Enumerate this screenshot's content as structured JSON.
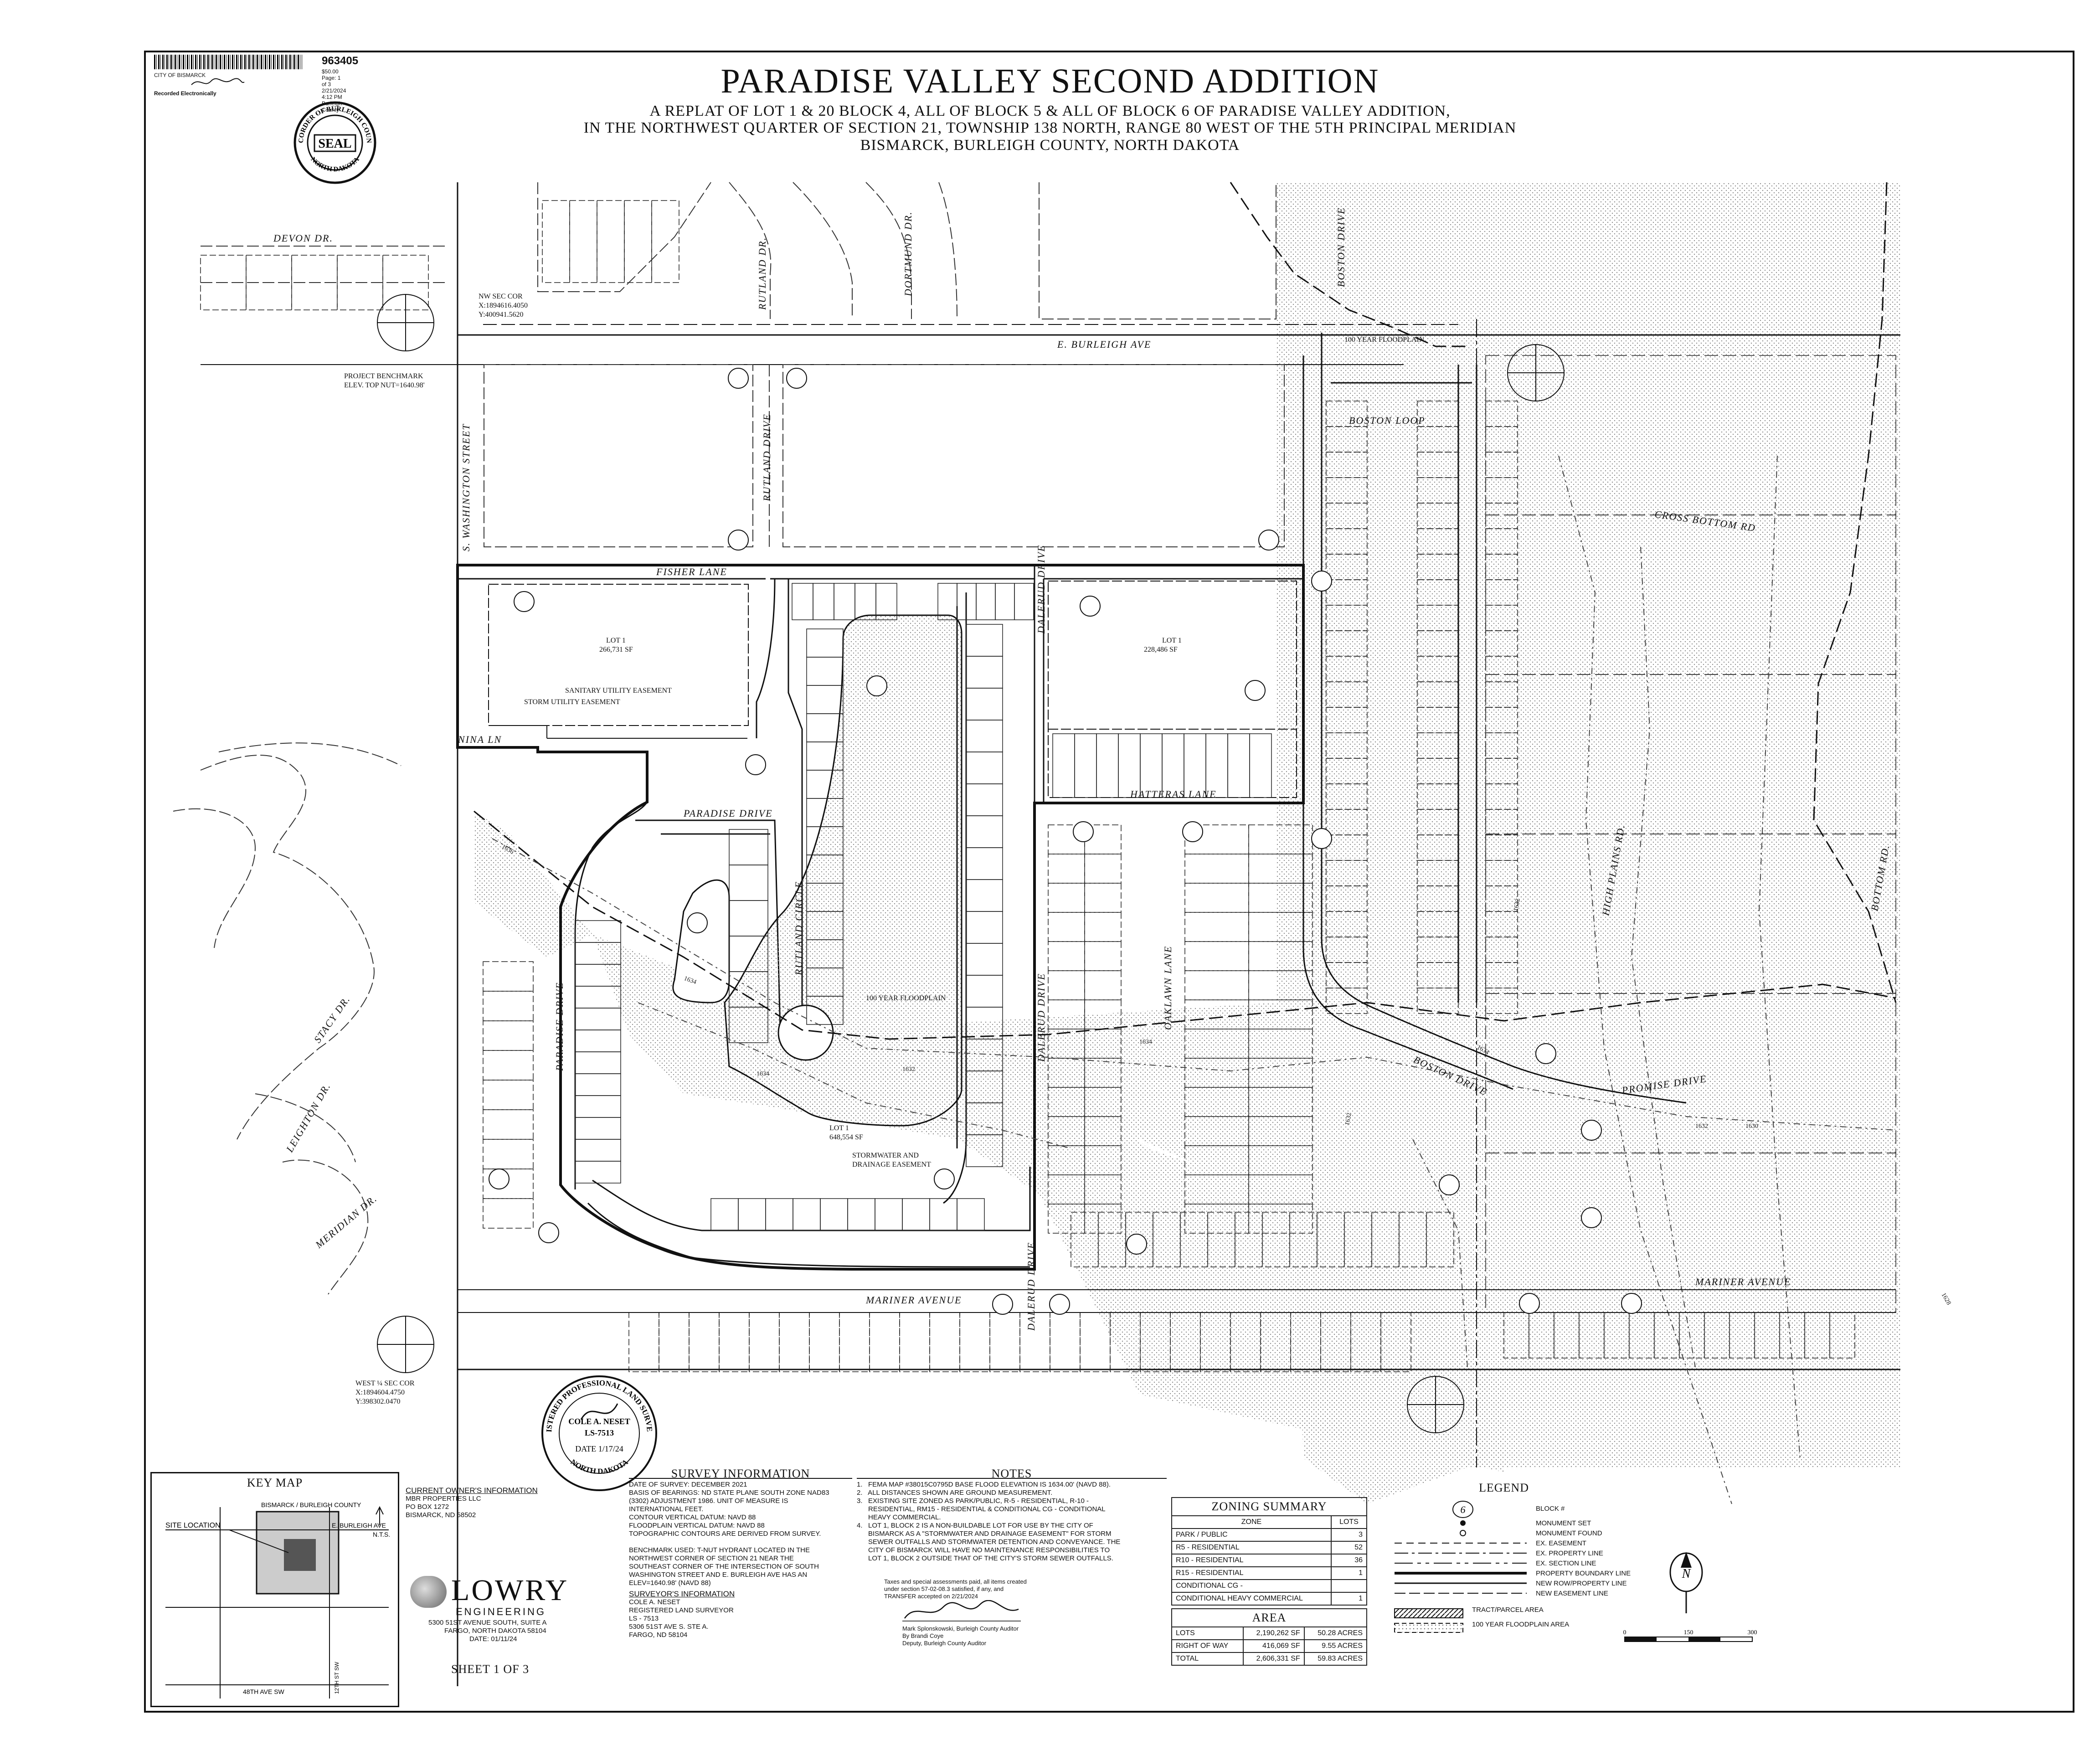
{
  "document_number": "963405",
  "recording_info": [
    "CITY OF BISMARCK",
    "$50.00",
    "Page: 1 of 3",
    "2/21/2024 4:12 PM",
    "Burleigh County"
  ],
  "recorded_electronically": "Recorded Electronically",
  "seal": {
    "top": "RECORDER OF BURLEIGH COUNTY",
    "center": "SEAL",
    "bottom": "NORTH DAKOTA"
  },
  "title": "PARADISE VALLEY SECOND ADDITION",
  "subtitle_lines": [
    "A REPLAT OF LOT 1 & 20 BLOCK 4, ALL OF BLOCK 5 & ALL OF BLOCK 6 OF PARADISE VALLEY ADDITION,",
    "IN THE NORTHWEST QUARTER OF SECTION 21, TOWNSHIP 138 NORTH, RANGE 80 WEST OF THE 5TH PRINCIPAL MERIDIAN",
    "BISMARCK, BURLEIGH COUNTY, NORTH DAKOTA"
  ],
  "map_labels": {
    "streets": [
      "DEVON DR.",
      "RUTLAND DR.",
      "DORTMUND DR.",
      "BOSTON DRIVE",
      "E. BURLEIGH AVE",
      "S. WASHINGTON STREET",
      "RUTLAND DRIVE",
      "BOSTON LOOP",
      "CROSS BOTTOM RD",
      "FISHER LANE",
      "DALERUD DRIVE",
      "NINA LN",
      "PARADISE DRIVE",
      "RUTLAND CIRCLE",
      "HATTERAS LANE",
      "STACY DR.",
      "LEIGHTON DR.",
      "MERIDIAN DR.",
      "PARADISE DRIVE",
      "DALERUD DRIVE",
      "OAKLAWN LANE",
      "BOSTON DRIVE",
      "PROMISE DRIVE",
      "HIGH PLAINS RD.",
      "BOTTOM RD.",
      "MARINER AVENUE",
      "MARINER AVENUE",
      "DALERUD DRIVE"
    ],
    "callouts": [
      "NW SEC COR",
      "X:1894616.4050",
      "Y:400941.5620",
      "PROJECT BENCHMARK",
      "ELEV. TOP NUT=1640.98'",
      "WEST ¼ SEC COR",
      "X:1894604.4750",
      "Y:398302.0470",
      "100 YEAR FLOODPLAIN",
      "100 YEAR FLOODPLAIN",
      "SANITARY UTILITY EASEMENT",
      "STORM UTILITY EASEMENT",
      "STORMWATER AND",
      "DRAINAGE EASEMENT"
    ],
    "lot1_block1": [
      "LOT 1",
      "266,731 SF"
    ],
    "lot1_block3": [
      "LOT 1",
      "228,486 SF"
    ],
    "lot1_block2": [
      "LOT 1",
      "648,554 SF"
    ],
    "contours": [
      "1636",
      "1634",
      "1634",
      "1632",
      "1634",
      "1632",
      "1632",
      "1630",
      "1632",
      "1634",
      "1628"
    ]
  },
  "surveyor_stamp": {
    "top": "REGISTERED PROFESSIONAL LAND SURVEYOR",
    "name": "COLE A. NESET",
    "license": "LS-7513",
    "date": "DATE 1/17/24",
    "bottom": "NORTH DAKOTA"
  },
  "key_map": {
    "title": "KEY MAP",
    "site": "SITE LOCATION",
    "city": "BISMARCK / BURLEIGH COUNTY",
    "burleigh": "E. BURLEIGH AVE",
    "ave48": "48TH AVE SW",
    "st": "12TH ST SW",
    "nts": "N.T.S."
  },
  "owner": {
    "heading": "CURRENT OWNER'S INFORMATION",
    "lines": [
      "MBR PROPERTIES LLC",
      "PO BOX 1272",
      "BISMARCK, ND 58502"
    ]
  },
  "company": {
    "name_big": "LOWRY",
    "name_small": "ENGINEERING",
    "address1": "5300 51ST AVENUE SOUTH, SUITE A",
    "address2": "FARGO, NORTH DAKOTA 58104",
    "date": "DATE: 01/11/24"
  },
  "sheet": "SHEET 1 OF 3",
  "survey_info": {
    "heading": "SURVEY INFORMATION",
    "lines": [
      "DATE OF SURVEY: DECEMBER 2021",
      "BASIS OF BEARINGS: ND STATE PLANE SOUTH ZONE NAD83",
      "(3302) ADJUSTMENT 1986. UNIT OF MEASURE IS",
      "INTERNATIONAL FEET.",
      "CONTOUR VERTICAL DATUM: NAVD 88",
      "FLOODPLAIN VERTICAL DATUM: NAVD 88",
      "TOPOGRAPHIC CONTOURS ARE DERIVED FROM SURVEY.",
      "",
      "BENCHMARK USED: T-NUT HYDRANT LOCATED IN THE",
      "NORTHWEST CORNER OF SECTION 21 NEAR THE",
      "SOUTHEAST CORNER OF THE INTERSECTION OF SOUTH",
      "WASHINGTON STREET AND E. BURLEIGH AVE HAS AN",
      "ELEV=1640.98' (NAVD 88)"
    ],
    "surveyor_heading": "SURVEYOR'S INFORMATION",
    "surveyor_lines": [
      "COLE A. NESET",
      "REGISTERED LAND SURVEYOR",
      "LS - 7513",
      "5306 51ST AVE S. STE A.",
      "FARGO, ND 58104"
    ]
  },
  "notes": {
    "heading": "NOTES",
    "lines": [
      "1.   FEMA MAP #38015C0795D BASE FLOOD ELEVATION IS 1634.00' (NAVD 88).",
      "2.   ALL DISTANCES SHOWN ARE GROUND MEASUREMENT.",
      "3.   EXISTING SITE ZONED AS PARK/PUBLIC, R-5 - RESIDENTIAL, R-10 -",
      "      RESIDENTIAL, RM15 - RESIDENTIAL & CONDITIONAL CG - CONDITIONAL",
      "      HEAVY COMMERCIAL.",
      "4.   LOT 1, BLOCK 2 IS A NON-BUILDABLE LOT FOR USE BY THE CITY OF",
      "      BISMARCK AS A \"STORMWATER AND DRAINAGE EASEMENT\" FOR STORM",
      "      SEWER OUTFALLS AND STORMWATER DETENTION AND CONVEYANCE. THE",
      "      CITY OF BISMARCK WILL HAVE NO MAINTENANCE RESPONSIBILITIES TO",
      "      LOT 1, BLOCK 2 OUTSIDE THAT OF THE CITY'S STORM SEWER OUTFALLS."
    ],
    "tax_lines": [
      "Taxes and special assessments paid, all items created",
      "under section 57-02-08.3 satisfied, if any, and",
      "TRANSFER accepted on 2/21/2024"
    ],
    "auditor_lines": [
      "Mark Splonskowski, Burleigh County Auditor",
      "By Brandi Coye",
      "Deputy, Burleigh County Auditor"
    ]
  },
  "zoning": {
    "title": "ZONING SUMMARY",
    "headers": [
      "ZONE",
      "LOTS"
    ],
    "rows": [
      [
        "PARK / PUBLIC",
        "3"
      ],
      [
        "R5 - RESIDENTIAL",
        "52"
      ],
      [
        "R10 - RESIDENTIAL",
        "36"
      ],
      [
        "R15 - RESIDENTIAL",
        "1"
      ],
      [
        "CONDITIONAL CG -",
        ""
      ],
      [
        "CONDITIONAL HEAVY COMMERCIAL",
        "1"
      ]
    ]
  },
  "area": {
    "title": "AREA",
    "rows": [
      [
        "LOTS",
        "2,190,262 SF",
        "50.28 ACRES"
      ],
      [
        "RIGHT OF WAY",
        "416,069 SF",
        "9.55 ACRES"
      ],
      [
        "TOTAL",
        "2,606,331 SF",
        "59.83 ACRES"
      ]
    ]
  },
  "legend": {
    "title": "LEGEND",
    "items": [
      "BLOCK #",
      "MONUMENT SET",
      "MONUMENT FOUND",
      "EX. EASEMENT",
      "EX. PROPERTY LINE",
      "EX. SECTION LINE",
      "PROPERTY BOUNDARY LINE",
      "NEW ROW/PROPERTY LINE",
      "NEW EASEMENT LINE",
      "TRACT/PARCEL AREA",
      "100 YEAR FLOODPLAIN AREA"
    ],
    "block_symbol": "6",
    "scale": [
      "0",
      "150",
      "300"
    ],
    "north": "N"
  },
  "colors": {
    "ink": "#111111",
    "flood": "#cfcfcf"
  }
}
